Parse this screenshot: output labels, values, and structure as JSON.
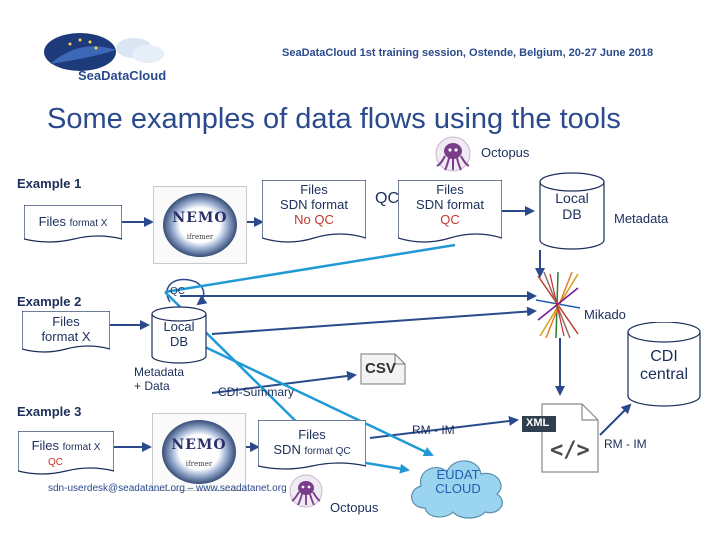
{
  "header": {
    "logo_text": "SeaDataCloud",
    "session": "SeaDataCloud 1st training session, Ostende, Belgium, 20-27 June 2018",
    "title": "Some examples of data flows using the tools",
    "footer": "sdn-userdesk@seadatanet.org – www.seadatanet.org"
  },
  "colors": {
    "accent_blue": "#2a4a8c",
    "flow_cyan": "#1f9ad6",
    "octopus": "#7a3d8a",
    "red_text": "#c0392b",
    "cloud": "#9ad4ee",
    "eudat_text": "#1e5fb4"
  },
  "example1": {
    "label": "Example 1",
    "files_in_main": "Files",
    "files_in_suffix": "format X",
    "nemo_title": "NEMO",
    "nemo_sub": "ifremer",
    "files_mid_line1": "Files",
    "files_mid_line2": "SDN format",
    "files_mid_line3": "No QC",
    "qc_label": "QC",
    "octopus_label": "Octopus",
    "files_qc_line1": "Files",
    "files_qc_line2": "SDN format",
    "files_qc_line3": "QC",
    "local_db_line1": "Local",
    "local_db_line2": "DB",
    "metadata_label": "Metadata"
  },
  "example2": {
    "label": "Example 2",
    "files_line1": "Files",
    "files_line2": "format X",
    "qc_label": "QC",
    "local_db_line1": "Local",
    "local_db_line2": "DB",
    "metadata_line1": "Metadata",
    "metadata_line2": "+ Data",
    "cdi_summary": "CDI-Summary",
    "csv_label": "CSV",
    "mikado_label": "Mikado",
    "cdi_central_line1": "CDI",
    "cdi_central_line2": "central"
  },
  "example3": {
    "label": "Example 3",
    "files_in_main": "Files",
    "files_in_suffix": "format X",
    "files_in_qc": "QC",
    "nemo_title": "NEMO",
    "nemo_sub": "ifremer",
    "files_out_line1": "Files",
    "files_out_sdn": "SDN",
    "files_out_format_qc": "format QC",
    "octopus_label": "Octopus",
    "rm_im_1": "RM - IM",
    "rm_im_2": "RM - IM",
    "xml_label": "XML",
    "xml_code": "</>",
    "eudat_line1": "EUDAT",
    "eudat_line2": "CLOUD"
  }
}
